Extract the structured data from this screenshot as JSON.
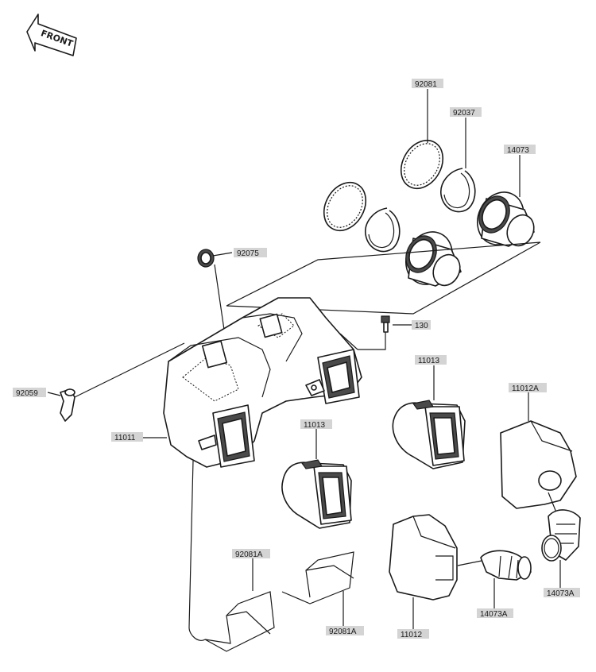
{
  "front_label": "FRONT",
  "labels": {
    "p92081": "92081",
    "p92037": "92037",
    "p14073": "14073",
    "p92075": "92075",
    "p130": "130",
    "p11013a": "11013",
    "p11013b": "11013",
    "p11012A": "11012A",
    "p92059": "92059",
    "p11011": "11011",
    "p92081A_top": "92081A",
    "p92081A_bottom": "92081A",
    "p11012": "11012",
    "p14073A_right": "14073A",
    "p14073A_left": "14073A"
  }
}
